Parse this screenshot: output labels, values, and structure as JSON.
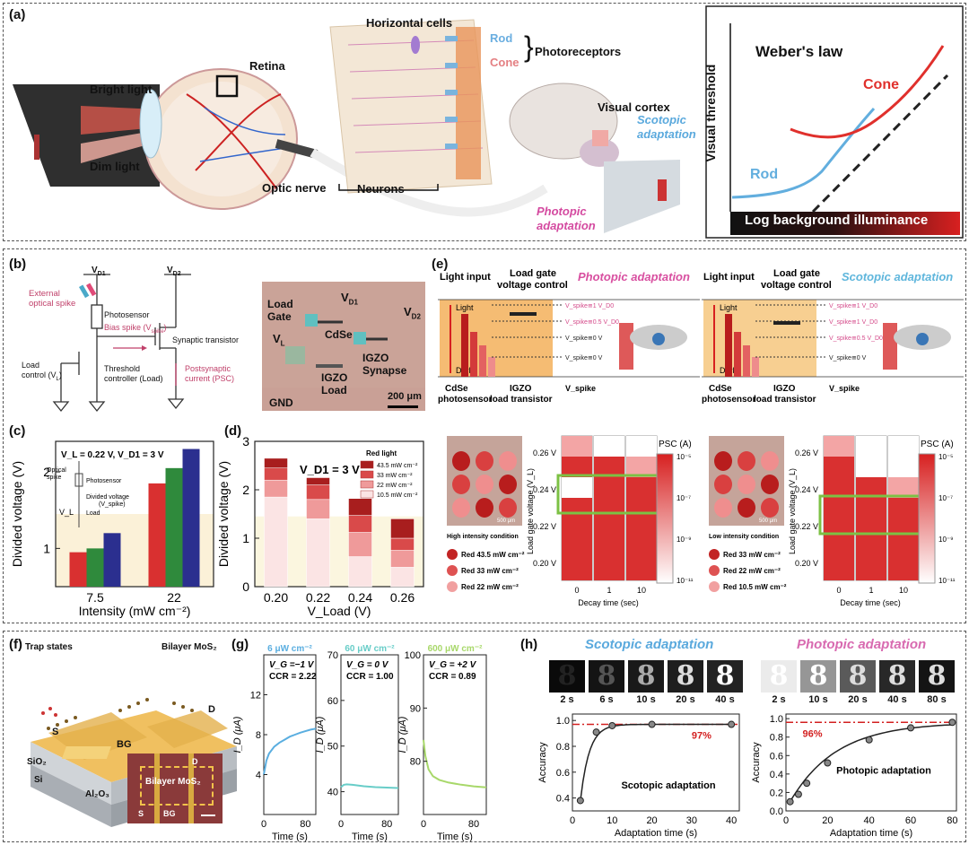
{
  "panel_labels": {
    "a": "(a)",
    "b": "(b)",
    "c": "(c)",
    "d": "(d)",
    "e": "(e)",
    "f": "(f)",
    "g": "(g)",
    "h": "(h)"
  },
  "a": {
    "bright_light": "Bright light",
    "dim_light": "Dim light",
    "retina": "Retina",
    "optic_nerve": "Optic nerve",
    "horizontal_cells": "Horizontal cells",
    "rod": "Rod",
    "cone": "Cone",
    "photoreceptors": "Photoreceptors",
    "neurons": "Neurons",
    "visual_cortex": "Visual cortex",
    "scotopic": "Scotopic adaptation",
    "photopic": "Photopic adaptation",
    "chart": {
      "ylabel": "Visual threshold",
      "xlabel": "Log background illuminance",
      "title": "Weber's law",
      "cone": "Cone",
      "rod": "Rod"
    }
  },
  "b": {
    "vd1": "V",
    "vd1_sub": "D1",
    "vd2": "V",
    "vd2_sub": "D2",
    "external": "External",
    "optical_spike": "optical spike",
    "photosensor": "Photosensor",
    "bias": "Bias spike (V",
    "bias_sub": "spike",
    "bias_end": ")",
    "synaptic": "Synaptic transistor",
    "load1": "Load",
    "load2": "control (V",
    "load_sub": "L",
    "load_end": ")",
    "threshold1": "Threshold",
    "threshold2": "controller (Load)",
    "psc1": "Postsynaptic",
    "psc2": "current (PSC)",
    "micro": {
      "load_gate1": "Load",
      "load_gate2": "Gate",
      "vl": "V",
      "vl_sub": "L",
      "vd1": "V",
      "vd1_sub": "D1",
      "vd2": "V",
      "vd2_sub": "D2",
      "cdse": "CdSe",
      "igzo_syn1": "IGZO",
      "igzo_syn2": "Synapse",
      "igzo_load1": "IGZO",
      "igzo_load2": "Load",
      "gnd": "GND",
      "scale": "200 μm"
    }
  },
  "c": {
    "ylabel": "Divided voltage (V)",
    "xlabel": "Intensity (mW cm⁻²)",
    "condition": "V_L = 0.22 V, V_D1 = 3 V",
    "inset": {
      "optical": "Optical",
      "spike": "spike",
      "photosensor": "Photosensor",
      "divided": "Divided voltage",
      "vspike": "(V_spike)",
      "vl": "V_L",
      "load": "Load"
    }
  },
  "d": {
    "ylabel": "Divided voltage (V)",
    "xlabel": "V_Load (V)",
    "condition": "V_D1 = 3 V",
    "legend_title": "Red light"
  },
  "e": {
    "left": {
      "light_input": "Light input",
      "load_gate1": "Load gate",
      "load_gate2": "voltage control",
      "mode": "Photopic adaptation",
      "levels": [
        "V_spike≅1 V_D0",
        "V_spike≅0.5 V_D0",
        "V_spike≅0 V",
        "V_spike≅0 V"
      ],
      "light": "Light",
      "dark": "Dark",
      "cdse1": "CdSe",
      "cdse2": "photosensor",
      "igzo1": "IGZO",
      "igzo2": "load transistor",
      "vspike": "V_spike"
    },
    "right": {
      "light_input": "Light input",
      "load_gate1": "Load gate",
      "load_gate2": "voltage control",
      "mode": "Scotopic adaptation",
      "levels": [
        "V_spike≅1 V_D0",
        "V_spike≅1 V_D0",
        "V_spike≅0.5 V_D0",
        "V_spike≅0 V"
      ],
      "light": "Light",
      "dark": "Dark",
      "cdse1": "CdSe",
      "cdse2": "photosensor",
      "igzo1": "IGZO",
      "igzo2": "load transistor",
      "vspike": "V_spike"
    },
    "heat_left": {
      "condition": "High intensity condition",
      "legend": [
        "Red 43.5 mW cm⁻²",
        "Red 33 mW cm⁻²",
        "Red 22 mW cm⁻²"
      ],
      "scale": "500 μm",
      "ylabel": "Load gate voltage (V_L)",
      "xlabel": "Decay time (sec)",
      "cbar": "PSC (A)"
    },
    "heat_right": {
      "condition": "Low intensity condition",
      "legend": [
        "Red 33 mW cm⁻²",
        "Red 22 mW cm⁻²",
        "Red 10.5 mW cm⁻²"
      ],
      "scale": "500 μm",
      "ylabel": "Load gate voltage (V_L)",
      "xlabel": "Decay time (sec)",
      "cbar": "PSC (A)"
    },
    "yticks": [
      "0.26 V",
      "0.24 V",
      "0.22 V",
      "0.20 V"
    ],
    "xticks": [
      "0",
      "1",
      "10"
    ],
    "cbar_ticks": [
      "10⁻⁵",
      "10⁻⁷",
      "10⁻⁹",
      "10⁻¹¹"
    ]
  },
  "f": {
    "trap": "Trap states",
    "bilayer": "Bilayer MoS₂",
    "s": "S",
    "d": "D",
    "bg": "BG",
    "sio2": "SiO₂",
    "si": "Si",
    "al2o3": "Al₂O₃",
    "inset": {
      "bilayer": "Bilayer MoS₂",
      "s": "S",
      "bg": "BG",
      "d": "D"
    }
  },
  "g": {
    "ylabel": "I_D (μA)",
    "xlabel": "Time (s)",
    "panels": [
      {
        "intensity": "6 μW cm⁻²",
        "vg": "V_G =−1 V",
        "ccr": "CCR = 2.22",
        "color": "#5aaee0"
      },
      {
        "intensity": "60 μW cm⁻²",
        "vg": "V_G = 0 V",
        "ccr": "CCR = 1.00",
        "color": "#68cdc8"
      },
      {
        "intensity": "600 μW cm⁻²",
        "vg": "V_G = +2 V",
        "ccr": "CCR = 0.89",
        "color": "#a8d86a"
      }
    ]
  },
  "h": {
    "scotopic": {
      "title": "Scotopic adaptation",
      "times": [
        "2 s",
        "6 s",
        "10 s",
        "20 s",
        "40 s"
      ],
      "pct": "97%",
      "inner": "Scotopic adaptation"
    },
    "photopic": {
      "title": "Photopic adaptation",
      "times": [
        "2 s",
        "10 s",
        "20 s",
        "40 s",
        "80 s"
      ],
      "pct": "96%",
      "inner": "Photopic adaptation"
    },
    "ylabel": "Accuracy",
    "xlabel": "Adaptation time (s)"
  },
  "chart_data": [
    {
      "type": "line",
      "title": "Weber's law",
      "xlabel": "Log background illuminance",
      "ylabel": "Visual threshold",
      "series": [
        {
          "name": "Rod"
        },
        {
          "name": "Cone"
        }
      ]
    },
    {
      "type": "bar",
      "xlabel": "Intensity (mW cm⁻²)",
      "ylabel": "Divided voltage (V)",
      "ylim": [
        0.5,
        2.4
      ],
      "categories": [
        "7.5",
        "22"
      ],
      "series": [
        {
          "color": "#d93030",
          "values": [
            0.95,
            1.85
          ]
        },
        {
          "color": "#2f8a3c",
          "values": [
            1.0,
            2.05
          ]
        },
        {
          "color": "#2b2f8f",
          "values": [
            1.2,
            2.3
          ]
        }
      ],
      "yticks": [
        1,
        2
      ],
      "highlight_below": 1.45
    },
    {
      "type": "bar",
      "stacked": true,
      "xlabel": "V_Load (V)",
      "ylabel": "Divided voltage (V)",
      "ylim": [
        0,
        3
      ],
      "categories": [
        "0.20",
        "0.22",
        "0.24",
        "0.26"
      ],
      "yticks": [
        0,
        1,
        2,
        3
      ],
      "series": [
        {
          "name": "10.5 mW cm⁻²",
          "color": "#fbe4e4",
          "values": [
            1.85,
            1.4,
            0.62,
            0.4
          ]
        },
        {
          "name": "22 mW cm⁻²",
          "color": "#ef9a9a",
          "values": [
            0.35,
            0.4,
            0.5,
            0.35
          ]
        },
        {
          "name": "33 mW cm⁻²",
          "color": "#d94a4a",
          "values": [
            0.25,
            0.3,
            0.35,
            0.25
          ]
        },
        {
          "name": "43.5 mW cm⁻²",
          "color": "#a81e1e",
          "values": [
            0.2,
            0.15,
            0.35,
            0.4
          ]
        }
      ]
    },
    {
      "type": "line",
      "panel": "g1",
      "ylabel": "I_D (μA)",
      "xlabel": "Time (s)",
      "ylim": [
        0,
        16
      ],
      "yticks": [
        4,
        8,
        12
      ],
      "xticks": [
        0,
        80
      ],
      "series": [
        {
          "x": [
            0,
            5,
            10,
            20,
            30,
            40,
            50,
            60,
            70,
            80,
            90,
            100
          ],
          "y": [
            4.0,
            5.4,
            6.1,
            6.8,
            7.2,
            7.5,
            7.8,
            8.0,
            8.2,
            8.35,
            8.5,
            8.6
          ]
        }
      ]
    },
    {
      "type": "line",
      "panel": "g2",
      "ylabel": "I_D (μA)",
      "xlabel": "Time (s)",
      "ylim": [
        35,
        70
      ],
      "yticks": [
        40,
        50,
        60,
        70
      ],
      "xticks": [
        0,
        80
      ],
      "series": [
        {
          "x": [
            0,
            5,
            10,
            20,
            40,
            60,
            80,
            100
          ],
          "y": [
            41,
            41.5,
            41.6,
            41.5,
            41.2,
            41.0,
            40.9,
            40.8
          ]
        }
      ]
    },
    {
      "type": "line",
      "panel": "g3",
      "ylabel": "I_D (μA)",
      "xlabel": "Time (s)",
      "ylim": [
        70,
        100
      ],
      "yticks": [
        80,
        90,
        100
      ],
      "xticks": [
        0,
        80
      ],
      "series": [
        {
          "x": [
            0,
            3,
            8,
            15,
            25,
            40,
            60,
            80,
            100
          ],
          "y": [
            84,
            81,
            78.5,
            77.2,
            76.5,
            76,
            75.6,
            75.3,
            75.1
          ]
        }
      ]
    },
    {
      "type": "line",
      "panel": "h-scotopic",
      "xlabel": "Adaptation time (s)",
      "ylabel": "Accuracy",
      "ylim": [
        0.3,
        1.05
      ],
      "xlim": [
        0,
        42
      ],
      "xticks": [
        0,
        10,
        20,
        30,
        40
      ],
      "yticks": [
        0.4,
        0.6,
        0.8,
        1.0
      ],
      "reference": 0.97,
      "points": {
        "x": [
          2,
          6,
          10,
          20,
          40
        ],
        "y": [
          0.38,
          0.91,
          0.96,
          0.97,
          0.97
        ]
      }
    },
    {
      "type": "line",
      "panel": "h-photopic",
      "xlabel": "Adaptation time (s)",
      "ylabel": "Accuracy",
      "ylim": [
        0,
        1.05
      ],
      "xlim": [
        0,
        82
      ],
      "xticks": [
        0,
        20,
        40,
        60,
        80
      ],
      "yticks": [
        0,
        0.2,
        0.4,
        0.6,
        0.8,
        1.0
      ],
      "reference": 0.96,
      "points": {
        "x": [
          2,
          6,
          10,
          20,
          40,
          60,
          80
        ],
        "y": [
          0.1,
          0.18,
          0.3,
          0.52,
          0.77,
          0.9,
          0.96
        ]
      }
    },
    {
      "type": "heatmap",
      "panel": "e-left",
      "x": [
        "0",
        "1",
        "10"
      ],
      "y": [
        "0.26 V",
        "0.24 V",
        "0.22 V",
        "0.20 V"
      ]
    },
    {
      "type": "heatmap",
      "panel": "e-right",
      "x": [
        "0",
        "1",
        "10"
      ],
      "y": [
        "0.26 V",
        "0.24 V",
        "0.22 V",
        "0.20 V"
      ]
    }
  ]
}
